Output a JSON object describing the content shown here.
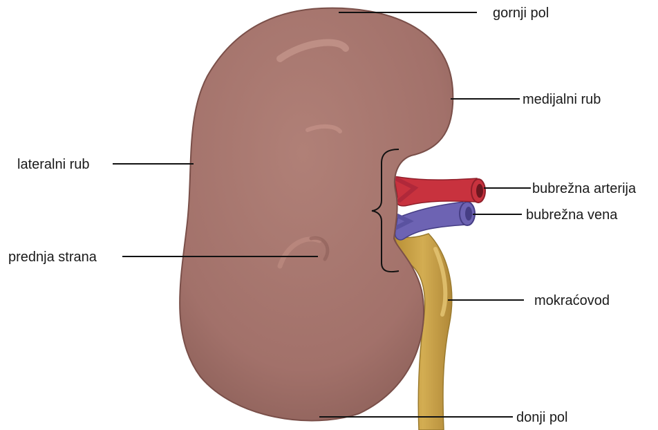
{
  "labels": {
    "upper_pole": "gornji pol",
    "medial_border": "medijalni rub",
    "lateral_border": "lateralni rub",
    "renal_artery": "bubrežna arterija",
    "renal_vein": "bubrežna vena",
    "anterior_surface": "prednja strana",
    "ureter": "mokraćovod",
    "lower_pole": "donji pol"
  },
  "colors": {
    "kidney": "#a97870",
    "kidney_shadow": "#8e5f58",
    "kidney_highlight": "#c8998f",
    "artery": "#c8323e",
    "artery_dark": "#8f1f2a",
    "vein": "#6d63b3",
    "vein_dark": "#463e85",
    "ureter": "#c9a34a",
    "ureter_light": "#e0c06a"
  }
}
